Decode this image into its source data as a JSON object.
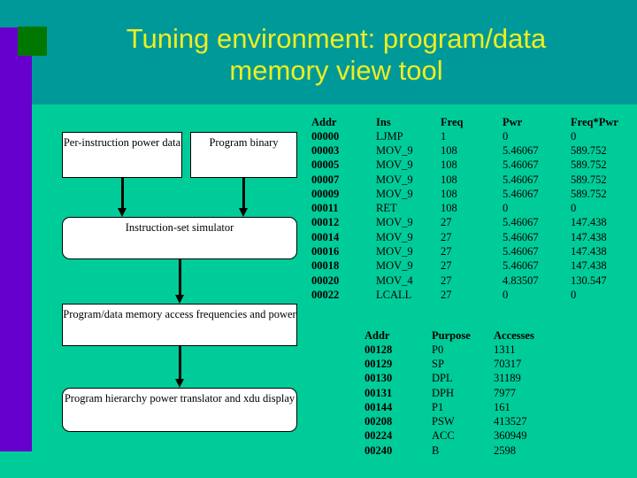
{
  "slide": {
    "title": "Tuning environment: program/data memory view tool",
    "title_line_1": "Tuning environment: program/data",
    "title_line_2": "memory view tool",
    "colors": {
      "title_band": "#009999",
      "body_background": "#00CC99",
      "accent_bar": "#6600CC",
      "accent_square": "#007700",
      "title_text": "#EEEE22",
      "box_fill": "#FFFFFF",
      "box_border": "#000000"
    }
  },
  "flowchart": {
    "boxes": [
      {
        "id": "power-data",
        "label": "Per-instruction power data",
        "shape": "rect"
      },
      {
        "id": "binary",
        "label": "Program binary",
        "shape": "rect"
      },
      {
        "id": "simulator",
        "label": "Instruction-set simulator",
        "shape": "rounded"
      },
      {
        "id": "freq-power",
        "label": "Program/data memory access frequencies and power",
        "shape": "rect"
      },
      {
        "id": "translator",
        "label": "Program hierarchy power translator and xdu display",
        "shape": "rounded"
      }
    ]
  },
  "table_instructions": {
    "headers": [
      "Addr",
      "Ins",
      "Freq",
      "Pwr",
      "Freq*Pwr"
    ],
    "rows": [
      [
        "00000",
        "LJMP",
        "1",
        "0",
        "0"
      ],
      [
        "00003",
        "MOV_9",
        "108",
        "5.46067",
        "589.752"
      ],
      [
        "00005",
        "MOV_9",
        "108",
        "5.46067",
        "589.752"
      ],
      [
        "00007",
        "MOV_9",
        "108",
        "5.46067",
        "589.752"
      ],
      [
        "00009",
        "MOV_9",
        "108",
        "5.46067",
        "589.752"
      ],
      [
        "00011",
        "RET",
        "108",
        "0",
        "0"
      ],
      [
        "00012",
        "MOV_9",
        "27",
        "5.46067",
        "147.438"
      ],
      [
        "00014",
        "MOV_9",
        "27",
        "5.46067",
        "147.438"
      ],
      [
        "00016",
        "MOV_9",
        "27",
        "5.46067",
        "147.438"
      ],
      [
        "00018",
        "MOV_9",
        "27",
        "5.46067",
        "147.438"
      ],
      [
        "00020",
        "MOV_4",
        "27",
        "4.83507",
        "130.547"
      ],
      [
        "00022",
        "LCALL",
        "27",
        "0",
        "0"
      ]
    ]
  },
  "table_memory": {
    "headers": [
      "Addr",
      "Purpose",
      "Accesses"
    ],
    "rows": [
      [
        "00128",
        "P0",
        "1311"
      ],
      [
        "00129",
        "SP",
        "70317"
      ],
      [
        "00130",
        "DPL",
        "31189"
      ],
      [
        "00131",
        "DPH",
        "7977"
      ],
      [
        "00144",
        "P1",
        "161"
      ],
      [
        "00208",
        "PSW",
        "413527"
      ],
      [
        "00224",
        "ACC",
        "360949"
      ],
      [
        "00240",
        "B",
        "2598"
      ]
    ]
  }
}
